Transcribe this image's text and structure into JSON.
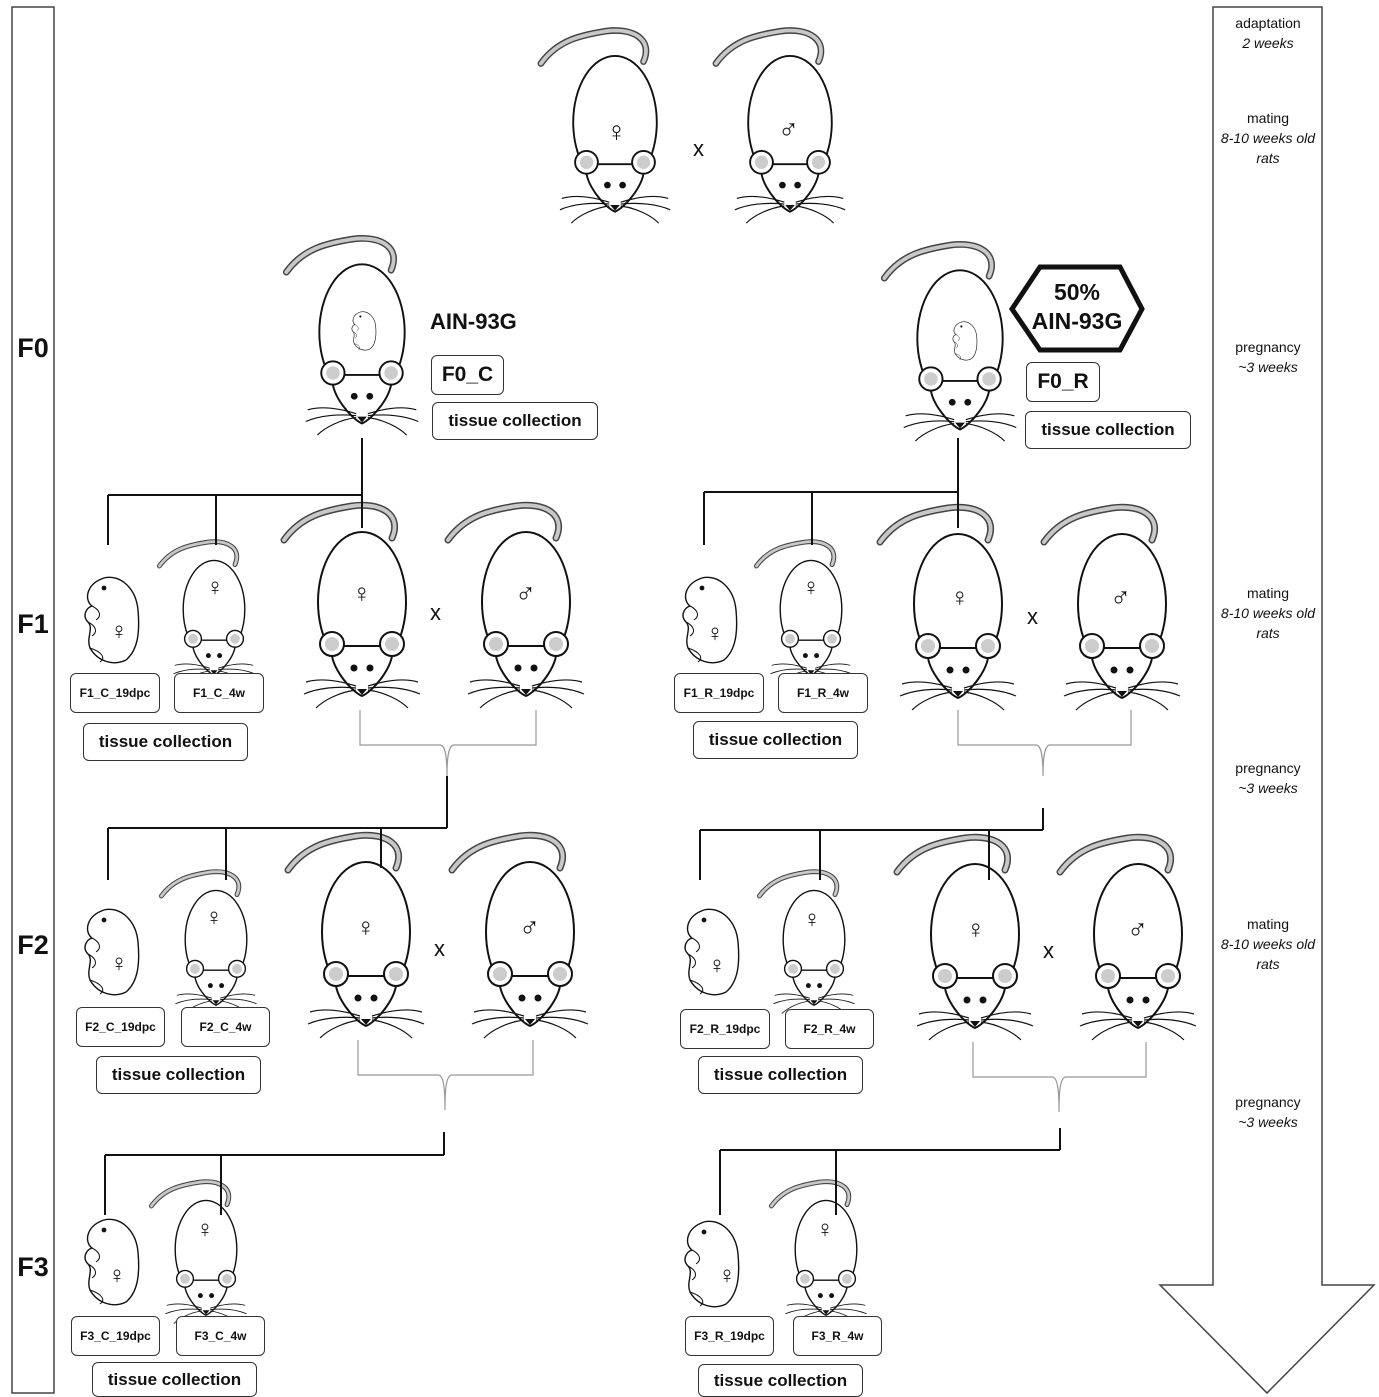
{
  "generations": [
    "F0",
    "F1",
    "F2",
    "F3"
  ],
  "cross_symbol": "x",
  "symbols": {
    "female": "♀",
    "male": "♂"
  },
  "control": {
    "diet": "AIN-93G",
    "group": "F0_C",
    "tissue_collection": "tissue collection",
    "f1": {
      "fetus": "F1_C_19dpc",
      "pup": "F1_C_4w"
    },
    "f2": {
      "fetus": "F2_C_19dpc",
      "pup": "F2_C_4w"
    },
    "f3": {
      "fetus": "F3_C_19dpc",
      "pup": "F3_C_4w"
    }
  },
  "restricted": {
    "diet_line1": "50%",
    "diet_line2": "AIN-93G",
    "group": "F0_R",
    "tissue_collection": "tissue collection",
    "f1": {
      "fetus": "F1_R_19dpc",
      "pup": "F1_R_4w"
    },
    "f2": {
      "fetus": "F2_R_19dpc",
      "pup": "F2_R_4w"
    },
    "f3": {
      "fetus": "F3_R_19dpc",
      "pup": "F3_R_4w"
    }
  },
  "timeline": [
    {
      "phase": "adaptation",
      "duration": "2 weeks"
    },
    {
      "phase": "mating",
      "duration": "8-10 weeks old rats"
    },
    {
      "phase": "pregnancy",
      "duration": "~3 weeks"
    },
    {
      "phase": "mating",
      "duration": "8-10 weeks old rats"
    },
    {
      "phase": "pregnancy",
      "duration": "~3 weeks"
    },
    {
      "phase": "mating",
      "duration": "8-10 weeks old rats"
    },
    {
      "phase": "pregnancy",
      "duration": "~3 weeks"
    }
  ],
  "colors": {
    "line": "#111111",
    "rat_fill": "#ffffff",
    "ear_fill": "#cccccc",
    "tail": "#bbbbbb"
  }
}
